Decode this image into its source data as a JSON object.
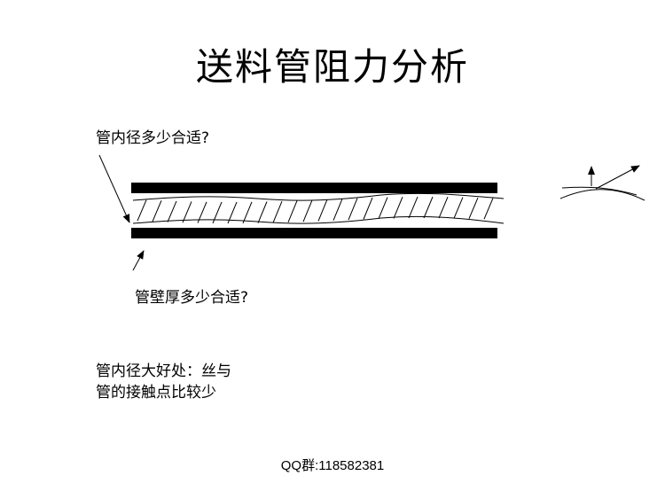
{
  "title": "送料管阻力分析",
  "question_inner_diameter": "管内径多少合适?",
  "question_wall_thickness": "管壁厚多少合适?",
  "note": {
    "line1": "管内径大好处：丝与",
    "line2": "管的接触点比较少"
  },
  "footer": "QQ群:118582381"
}
